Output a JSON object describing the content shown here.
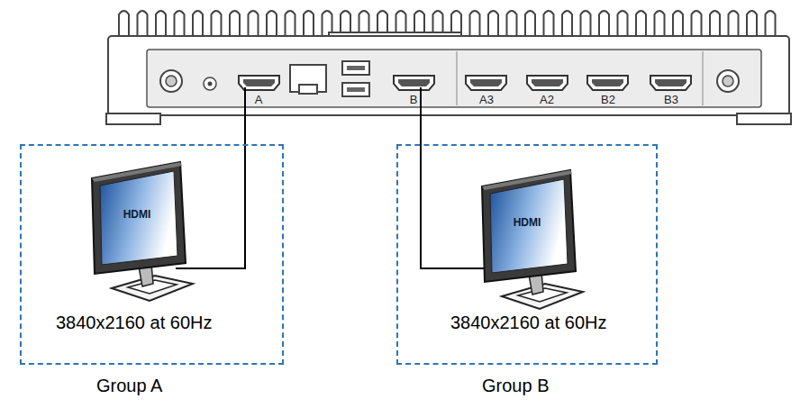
{
  "diagram": {
    "nodes": [
      {
        "text": [
          "3840x2160 at 60Hz",
          "Group A"
        ]
      },
      {
        "text": [
          "HDMI"
        ],
        "in": 0
      },
      {
        "text": [
          "3840x2160 at 60Hz",
          "Group B"
        ]
      },
      {
        "text": [
          "HDMI"
        ],
        "in": 2
      }
    ],
    "labels": [
      "A",
      "B",
      "A3",
      "A2",
      "B2",
      "B3"
    ]
  }
}
